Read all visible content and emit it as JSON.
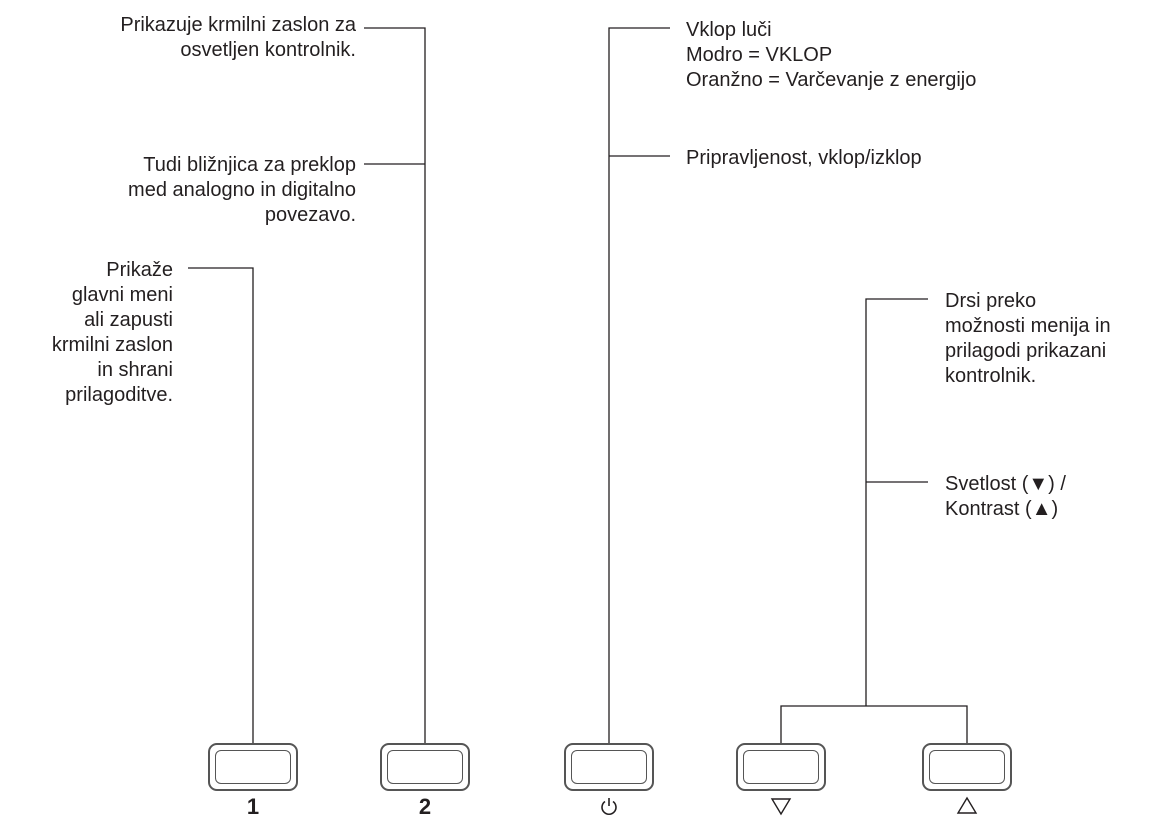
{
  "callouts": {
    "monitor_menu": [
      "Prikazuje krmilni zaslon za",
      "osvetljen kontrolnik."
    ],
    "input_shortcut": [
      "Tudi bližnjica za preklop",
      "med analogno in digitalno",
      "povezavo."
    ],
    "main_menu": [
      "Prikaže",
      "glavni meni",
      "ali zapusti",
      "krmilni zaslon",
      "in shrani",
      "prilagoditve."
    ],
    "power_light": [
      "Vklop luči",
      "Modro = VKLOP",
      "Oranžno = Varčevanje z energijo"
    ],
    "power_switch": [
      "Pripravljenost, vklop/izklop"
    ],
    "scroll": [
      "Drsi preko",
      "možnosti menija in",
      "prilagodi prikazani",
      "kontrolnik."
    ],
    "brightness": [
      "Svetlost (▼) /",
      "Kontrast (▲)"
    ]
  },
  "buttons": {
    "b1_label": "1",
    "b2_label": "2",
    "power_icon": "power-icon",
    "down_icon": "triangle-down-outline-icon",
    "up_icon": "triangle-up-outline-icon"
  }
}
